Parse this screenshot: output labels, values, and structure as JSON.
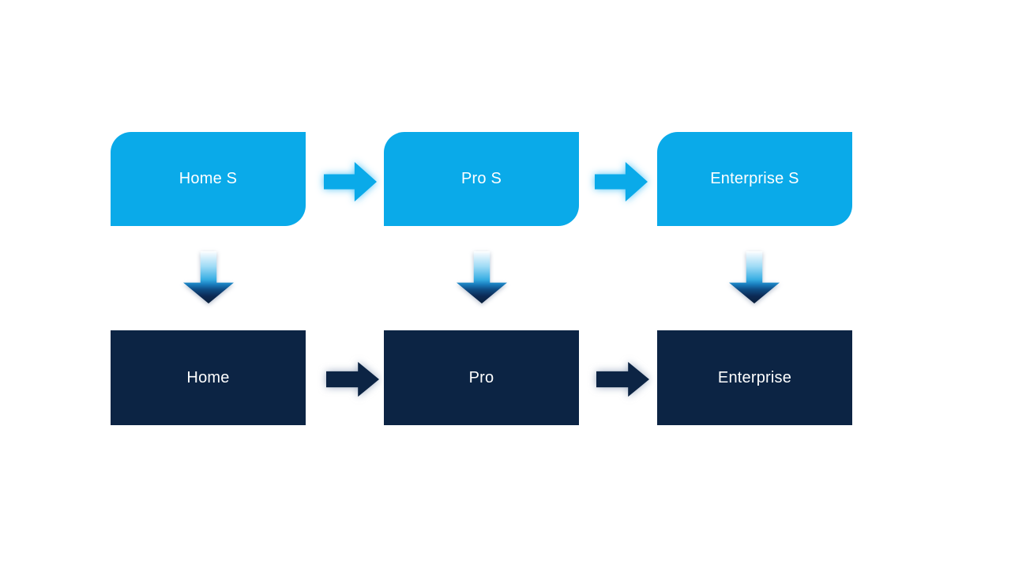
{
  "slide": {
    "background": "#ffffff",
    "description": "Two-row product edition flow diagram"
  },
  "colors": {
    "top_box_fill": "#0AAAE9",
    "bottom_box_fill": "#0C2444",
    "label_text": "#FFFFFF",
    "top_arrow_fill": "#0AAAE9",
    "top_arrow_glow": "#50C3F5",
    "bottom_arrow_fill": "#0C2444",
    "bottom_arrow_glow": "#73879F",
    "down_arrow_gradient_top": "#FFFFFF",
    "down_arrow_gradient_mid": "#38AEE3",
    "down_arrow_gradient_bottom": "#0A1F3C"
  },
  "columns": [
    {
      "top": {
        "label": "Home S"
      },
      "bottom": {
        "label": "Home"
      }
    },
    {
      "top": {
        "label": "Pro S"
      },
      "bottom": {
        "label": "Pro"
      }
    },
    {
      "top": {
        "label": "Enterprise S"
      },
      "bottom": {
        "label": "Enterprise"
      }
    }
  ],
  "icons": {
    "right_arrow": "right-arrow",
    "down_arrow": "down-arrow"
  }
}
